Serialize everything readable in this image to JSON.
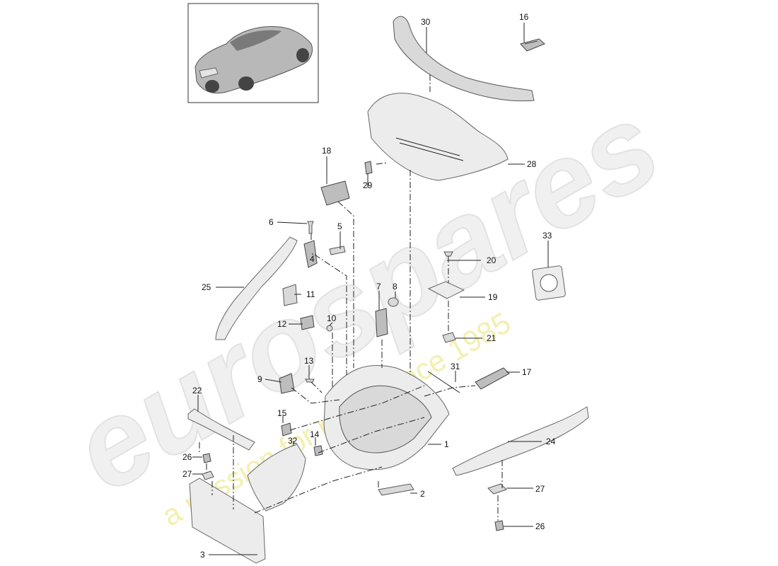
{
  "watermark": {
    "brand": "eurospares",
    "tagline": "a passion for parts since 1985",
    "brand_color": "#e6e6e6",
    "tagline_color": "#efe79a"
  },
  "thumbnail": {
    "icon": "car-coupe-icon"
  },
  "callouts": [
    "1",
    "2",
    "3",
    "4",
    "5",
    "6",
    "7",
    "8",
    "9",
    "10",
    "11",
    "12",
    "13",
    "14",
    "15",
    "16",
    "17",
    "18",
    "19",
    "20",
    "21",
    "22",
    "24",
    "25",
    "26",
    "26",
    "27",
    "27",
    "28",
    "29",
    "30",
    "31",
    "32",
    "33"
  ]
}
